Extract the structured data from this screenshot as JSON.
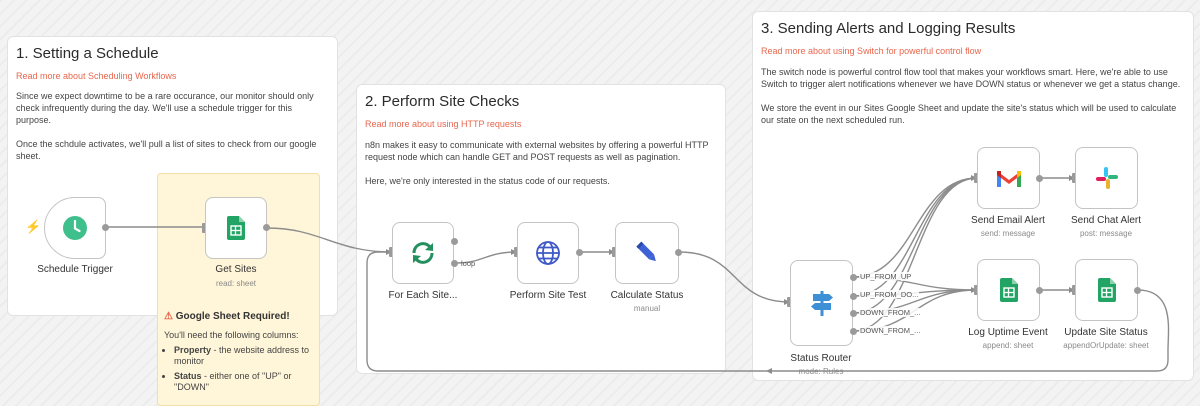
{
  "notes": {
    "schedule": {
      "title": "1. Setting a Schedule",
      "link": "Read more about Scheduling Workflows",
      "p1": "Since we expect downtime to be a rare occurance, our monitor should only check infrequently during the day. We'll use a schedule trigger for this purpose.",
      "p2": "Once the schdule activates, we'll pull a list of sites to check from our google sheet."
    },
    "checks": {
      "title": "2. Perform Site Checks",
      "link": "Read more about using HTTP requests",
      "p1": "n8n makes it easy to communicate with external websites by offering a powerful HTTP request node which can handle GET and POST requests as well as pagination.",
      "p2": "Here, we're only interested in the status code of our requests."
    },
    "alerts": {
      "title": "3. Sending Alerts and Logging Results",
      "link": "Read more about using Switch for powerful control flow",
      "p1": "The switch node is powerful control flow tool that makes your workflows smart. Here, we're able to use Switch to trigger alert notifications whenever we have DOWN status or whenever we get a status change.",
      "p2": "We store the event in our Sites Google Sheet and update the site's status which will be used to calculate our state on the next scheduled run."
    },
    "sheet_required": {
      "title": "Google Sheet Required!",
      "intro": "You'll need the following columns:",
      "items": [
        {
          "key": "Property",
          "desc": " - the website address to monitor"
        },
        {
          "key": "Status",
          "desc": " - either one of \"UP\" or \"DOWN\""
        }
      ]
    }
  },
  "nodes": {
    "schedule_trigger": {
      "label": "Schedule Trigger",
      "icon": "clock-icon"
    },
    "get_sites": {
      "label": "Get Sites",
      "sub": "read: sheet",
      "icon": "google-sheets-icon"
    },
    "for_each": {
      "label": "For Each Site...",
      "loop": "loop",
      "icon": "loop-arrows-icon"
    },
    "site_test": {
      "label": "Perform Site Test",
      "icon": "globe-icon"
    },
    "calc_status": {
      "label": "Calculate Status",
      "sub": "manual",
      "icon": "pencil-icon"
    },
    "router": {
      "label": "Status Router",
      "sub": "mode: Rules",
      "icon": "signpost-icon",
      "branches": [
        "UP_FROM_UP",
        "UP_FROM_DO...",
        "DOWN_FROM_...",
        "DOWN_FROM_..."
      ]
    },
    "email_alert": {
      "label": "Send Email Alert",
      "sub": "send: message",
      "icon": "gmail-icon"
    },
    "chat_alert": {
      "label": "Send Chat Alert",
      "sub": "post: message",
      "icon": "slack-icon"
    },
    "log_event": {
      "label": "Log Uptime Event",
      "sub": "append: sheet",
      "icon": "google-sheets-icon"
    },
    "update_status": {
      "label": "Update Site Status",
      "sub": "appendOrUpdate: sheet",
      "icon": "google-sheets-icon"
    }
  },
  "colors": {
    "accent": "#e8664d",
    "wire": "#8c8c8c",
    "sheets_green": "#21a464",
    "trigger_teal": "#3fbf8c",
    "globe_blue": "#3e58c6",
    "pencil_blue": "#3e62d6",
    "router_blue": "#3d8fd6"
  }
}
